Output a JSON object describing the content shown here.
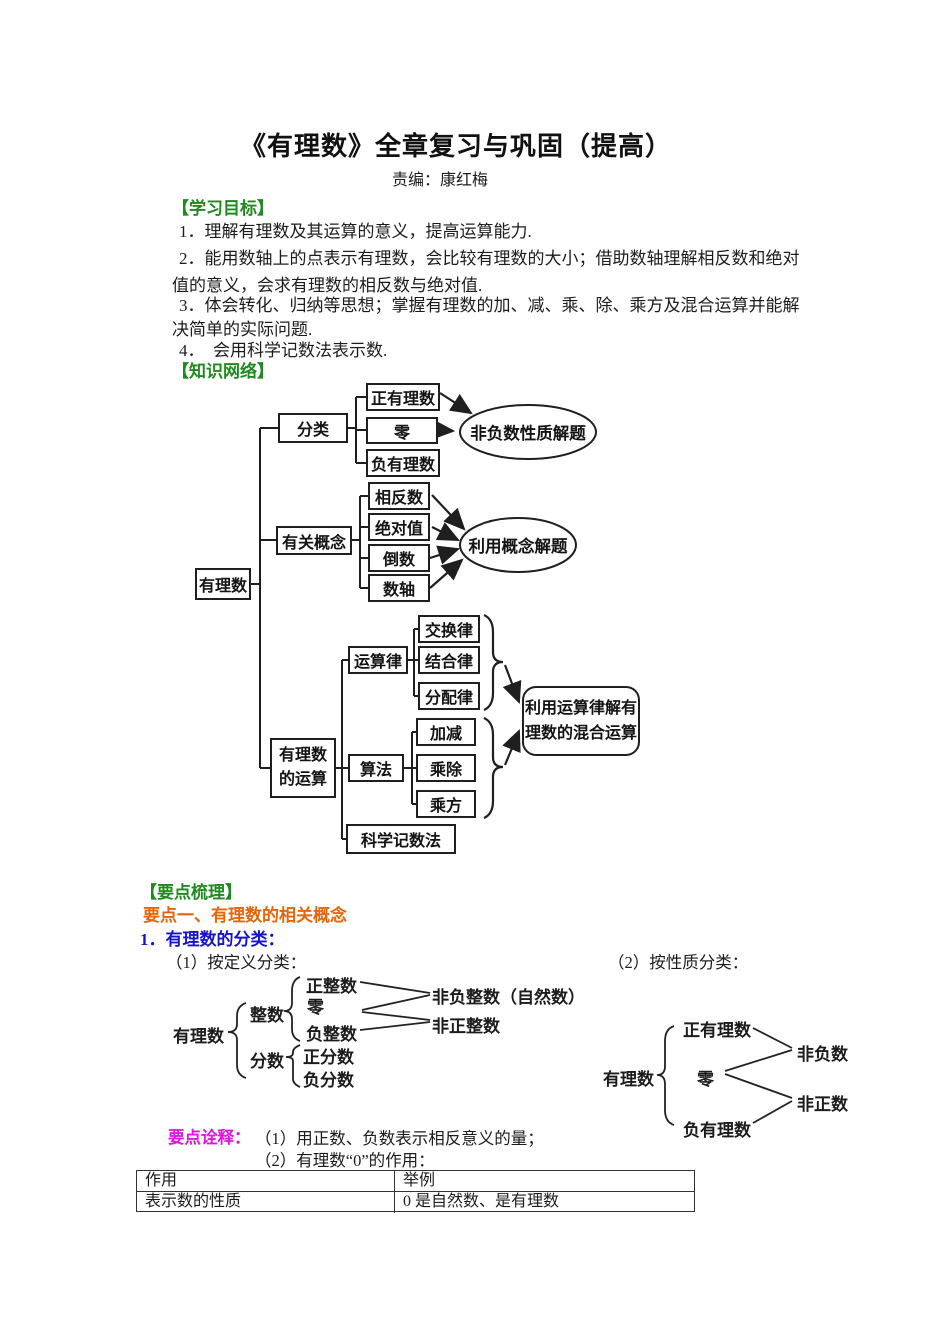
{
  "page": {
    "title": "《有理数》全章复习与巩固（提高）",
    "editor": "责编：康红梅"
  },
  "headings": {
    "objectives": "【学习目标】",
    "network": "【知识网络】",
    "outline": "【要点梳理】",
    "point1": "要点一、有理数的相关概念",
    "sub1": "1．有理数的分类：",
    "def_label": "（1）按定义分类：",
    "prop_label": "（2）按性质分类："
  },
  "objectives": {
    "lines": [
      "1．理解有理数及其运算的意义，提高运算能力.",
      "2．能用数轴上的点表示有理数，会比较有理数的大小；借助数轴理解相反数和绝对",
      "值的意义，会求有理数的相反数与绝对值.",
      "3．体会转化、归纳等思想；掌握有理数的加、减、乘、除、乘方及混合运算并能解",
      "决简单的实际问题.",
      "4．　会用科学记数法表示数."
    ]
  },
  "notes": {
    "label": "要点诠释：",
    "line1": "（1）用正数、负数表示相反意义的量；",
    "line2": "（2）有理数“0”的作用："
  },
  "net": {
    "root": "有理数",
    "b1": "分类",
    "b1c1": "正有理数",
    "b1c2": "零",
    "b1c3": "负有理数",
    "e1": "非负数性质解题",
    "b2": "有关概念",
    "b2c1": "相反数",
    "b2c2": "绝对值",
    "b2c3": "倒数",
    "b2c4": "数轴",
    "e2": "利用概念解题",
    "b3l1": "有理数",
    "b3l2": "的运算",
    "b3a": "运算律",
    "b3a1": "交换律",
    "b3a2": "结合律",
    "b3a3": "分配律",
    "b3b": "算法",
    "b3b1": "加减",
    "b3b2": "乘除",
    "b3b3": "乘方",
    "b3c": "科学记数法",
    "r1": "利用运算律解有",
    "r2": "理数的混合运算"
  },
  "def_tree": {
    "root": "有理数",
    "g1": "整数",
    "g1c1": "正整数",
    "g1c2": "零",
    "g1c3": "负整数",
    "g2": "分数",
    "g2c1": "正分数",
    "g2c2": "负分数",
    "m1": "非负整数（自然数）",
    "m2": "非正整数"
  },
  "prop_tree": {
    "root": "有理数",
    "c1": "正有理数",
    "c2": "零",
    "c3": "负有理数",
    "m1": "非负数",
    "m2": "非正数"
  },
  "table": {
    "h1": "作用",
    "h2": "举例",
    "r1c1": "表示数的性质",
    "r1c2": "0 是自然数、是有理数"
  },
  "colors": {
    "heading_green": "#1f8a1f",
    "point_orange": "#e6650a",
    "sub_blue": "#1414cc",
    "notes_magenta": "#e511e5",
    "ink": "#1c1c1c"
  }
}
